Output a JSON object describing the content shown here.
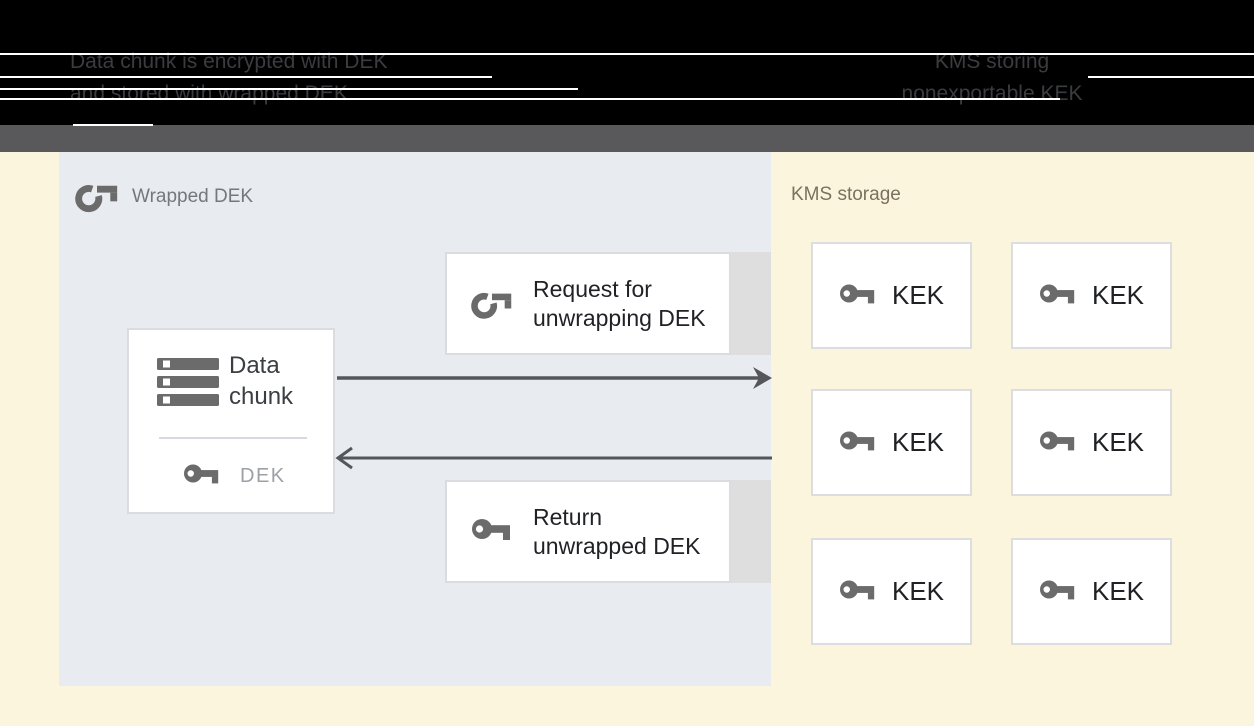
{
  "header": {
    "caption_left": {
      "line1": "Data chunk is encrypted with DEK",
      "line2": "and stored with wrapped DEK"
    },
    "caption_right": {
      "line1": "KMS storing",
      "line2": "nonexportable KEK"
    }
  },
  "dek_panel": {
    "title": "Wrapped DEK",
    "data_chunk": {
      "line1": "Data",
      "line2": "chunk",
      "key_label": "DEK"
    },
    "request_box": {
      "line1": "Request for",
      "line2": "unwrapping DEK"
    },
    "return_box": {
      "line1": "Return",
      "line2": "unwrapped DEK"
    }
  },
  "kms_panel": {
    "title": "KMS storage",
    "keks": [
      "KEK",
      "KEK",
      "KEK",
      "KEK",
      "KEK",
      "KEK"
    ]
  },
  "icons": {
    "wrapped_key": "wrapped-key-icon",
    "key": "key-icon",
    "data_chunk": "data-chunk-stack-icon",
    "arrow_right": "arrow-right-icon",
    "arrow_left": "arrow-left-icon"
  },
  "colors": {
    "header_black": "#000000",
    "header_text": "#3A3C40",
    "strip_gray": "#59595B",
    "page_yellow": "#FCF5DE",
    "panel_blue_gray": "#E8ECF1",
    "box_white": "#FFFFFF",
    "box_border": "#DADCE0",
    "box_tail_gray": "#DEDEDE",
    "icon_gray": "#6B6B6B",
    "arrow_gray": "#55565A",
    "kms_title_text": "#7A7160",
    "dek_text": "#9BA1A7"
  }
}
